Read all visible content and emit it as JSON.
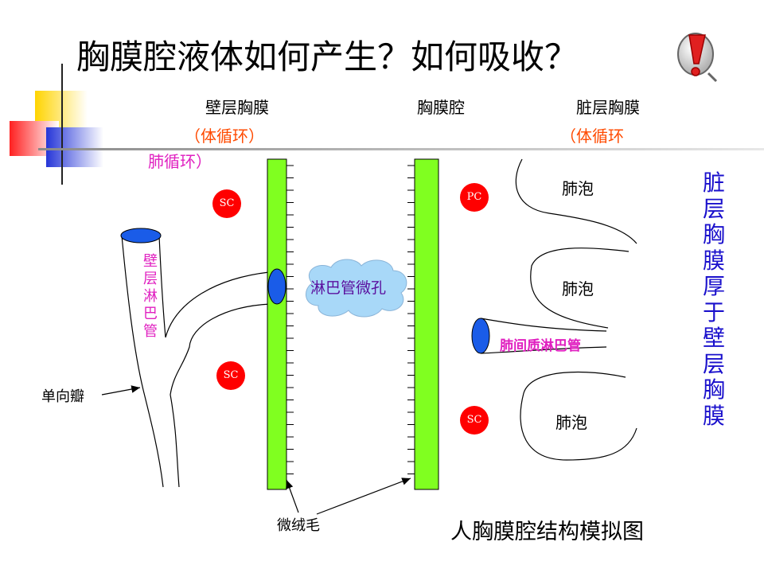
{
  "title": "胸膜腔液体如何产生？如何吸收？",
  "labels": {
    "parietal_pleura": "壁层胸膜",
    "pleural_cavity": "胸膜腔",
    "visceral_pleura": "脏层胸膜",
    "systemic_left": "（体循环）",
    "systemic_right": "（体循环",
    "pulmonary_circ": "肺循环）",
    "alveolus_1": "肺泡",
    "alveolus_2": "肺泡",
    "alveolus_3": "肺泡",
    "parietal_lymph": "壁层淋巴管",
    "lymph_stoma": "淋巴管微孔",
    "interstitial_lymph": "肺间质淋巴管",
    "one_way_valve": "单向瓣",
    "microvilli": "微绒毛",
    "caption": "人胸膜腔结构模拟图",
    "side_note": "脏层胸膜厚于壁层胸膜"
  },
  "capillaries": {
    "sc_top_left": "SC",
    "sc_mid_left": "SC",
    "pc_top_right": "PC",
    "sc_bottom_right": "SC"
  },
  "colors": {
    "membrane": "#80ff20",
    "vessel_red": "#ff0000",
    "lymph_blue": "#1a5ce8",
    "cloud": "#a8d8f8",
    "text_orange": "#ff4a00",
    "text_pink": "#e020c0",
    "text_blue": "#1a10cc",
    "deco_yellow": "#ffd400",
    "deco_blue": "#2636d8",
    "deco_red": "#ff2020"
  },
  "icons": [
    "alert-icon"
  ]
}
